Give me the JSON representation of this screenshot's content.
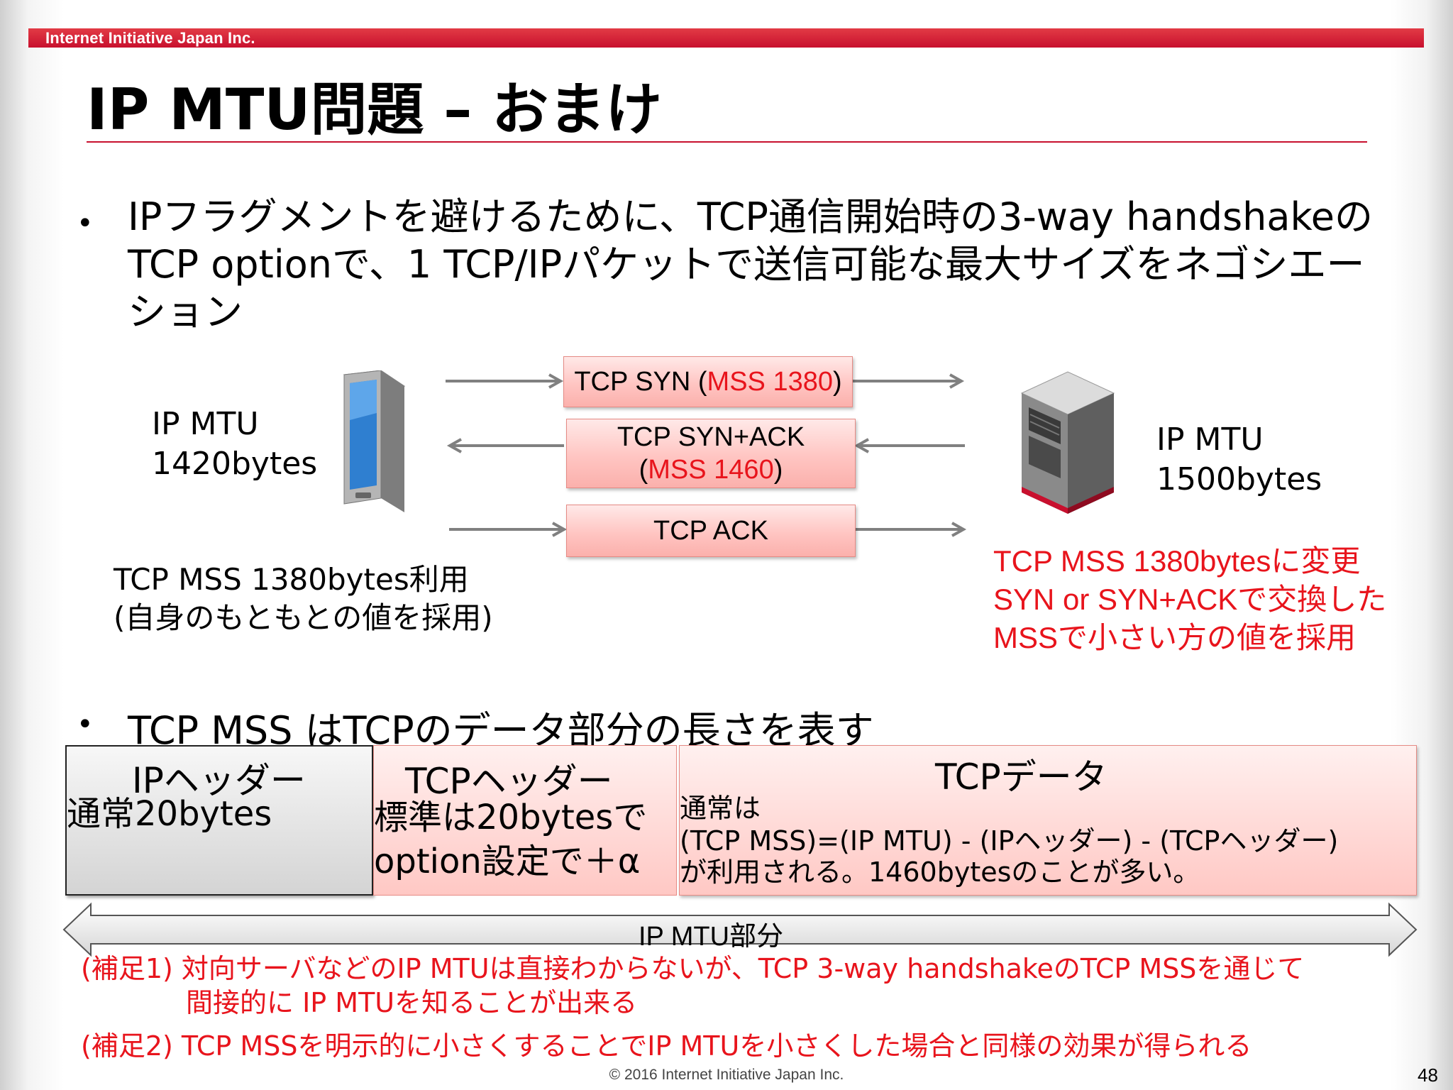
{
  "header": {
    "company": "Internet Initiative Japan Inc."
  },
  "title": "IP MTU問題 – おまけ",
  "bullets": [
    "IPフラグメントを避けるために、TCP通信開始時の3-way handshakeのTCP optionで、1 TCP/IPパケットで送信可能な最大サイズをネゴシエーション",
    "TCP MSS はTCPのデータ部分の長さを表す"
  ],
  "bullet_symbol": "•",
  "client": {
    "icon": "mobile-device-icon",
    "mtu_line1": "IP MTU",
    "mtu_line2": "1420bytes",
    "note_line1": "TCP MSS 1380bytes利用",
    "note_line2": "(自身のもともとの値を採用)"
  },
  "server": {
    "icon": "server-icon",
    "mtu_line1": "IP MTU",
    "mtu_line2": "1500bytes",
    "note_line1": "TCP MSS 1380bytesに変更",
    "note_line2": "SYN or SYN+ACKで交換した",
    "note_line3": "MSSで小さい方の値を採用"
  },
  "packets": {
    "syn": {
      "prefix": "TCP SYN (",
      "mss": "MSS 1380",
      "suffix": ")"
    },
    "synack": {
      "line1": "TCP SYN+ACK",
      "prefix": "(",
      "mss": "MSS 1460",
      "suffix": ")"
    },
    "ack": {
      "label": "TCP ACK"
    }
  },
  "frame": {
    "ip_header": {
      "title": "IPヘッダー",
      "desc": "通常20bytes"
    },
    "tcp_header": {
      "title": "TCPヘッダー",
      "desc_line1": "標準は20bytesで",
      "desc_line2": "option設定で＋α"
    },
    "tcp_data": {
      "title": "TCPデータ",
      "line1": "通常は",
      "line2": "(TCP MSS)=(IP MTU) - (IPヘッダー) - (TCPヘッダー)",
      "line3": "が利用される。1460bytesのことが多い。"
    },
    "span_label": "IP MTU部分"
  },
  "supplements": {
    "s1_line1": "(補足1) 対向サーバなどのIP MTUは直接わからないが、TCP 3-way handshakeのTCP MSSを通じて",
    "s1_line2": "間接的に IP MTUを知ることが出来る",
    "s2": "(補足2) TCP MSSを明示的に小さくすることでIP MTUを小さくした場合と同様の効果が得られる"
  },
  "footer": {
    "copyright": "© 2016  Internet Initiative Japan Inc.",
    "page": "48"
  },
  "colors": {
    "accent": "#c8102e",
    "emphasis": "#e8141c",
    "packet_fill": "#ffc5c2",
    "arrow": "#808080"
  }
}
